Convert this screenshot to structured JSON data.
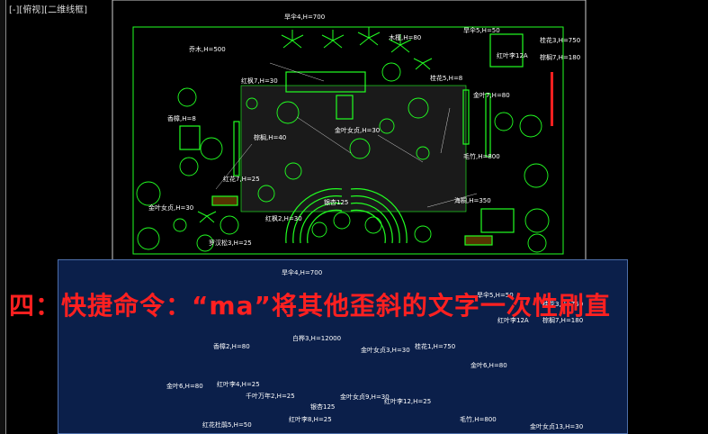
{
  "viewport_label": "[-][俯视][二维线框]",
  "caption": "四：快捷命令：“ma”将其他歪斜的文字一次性刷直",
  "colors": {
    "background": "#000000",
    "linework": "#22ff22",
    "text": "#ffffff",
    "accent": "#ff2020",
    "panel": "#0b1f4a"
  },
  "plan_labels": [
    "旱伞4,H=700",
    "乔木,H=500",
    "旱伞5,H=50",
    "桂花3,H=750",
    "木槿,H=80",
    "红叶李12A",
    "棕榈7,H=180",
    "香樟,H=8",
    "金叶女贞,H=30",
    "桂花5,H=8",
    "红枫7,H=30",
    "金叶7,H=80",
    "棕榈,H=40",
    "毛竹,H=800",
    "红花7,H=25",
    "金叶女贞,H=30",
    "罗汉松3,H=25",
    "海桐,H=350",
    "红枫2,H=30",
    "银杏125"
  ],
  "lower_labels": [
    "旱伞4,H=700",
    "旱伞5,H=50",
    "桂花3,H=750",
    "红叶李12A",
    "棕榈7,H=180",
    "香樟2,H=80",
    "白桦3,H=12000",
    "金叶女贞3,H=30",
    "桂花1,H=750",
    "金叶6,H=80",
    "金叶6,H=80",
    "红叶李4,H=25",
    "千叶万年2,H=25",
    "金叶女贞9,H=30",
    "红叶李12,H=25",
    "银杏125",
    "红花杜鹃5,H=50",
    "红叶李8,H=25",
    "毛竹,H=800",
    "金叶女贞13,H=30"
  ]
}
